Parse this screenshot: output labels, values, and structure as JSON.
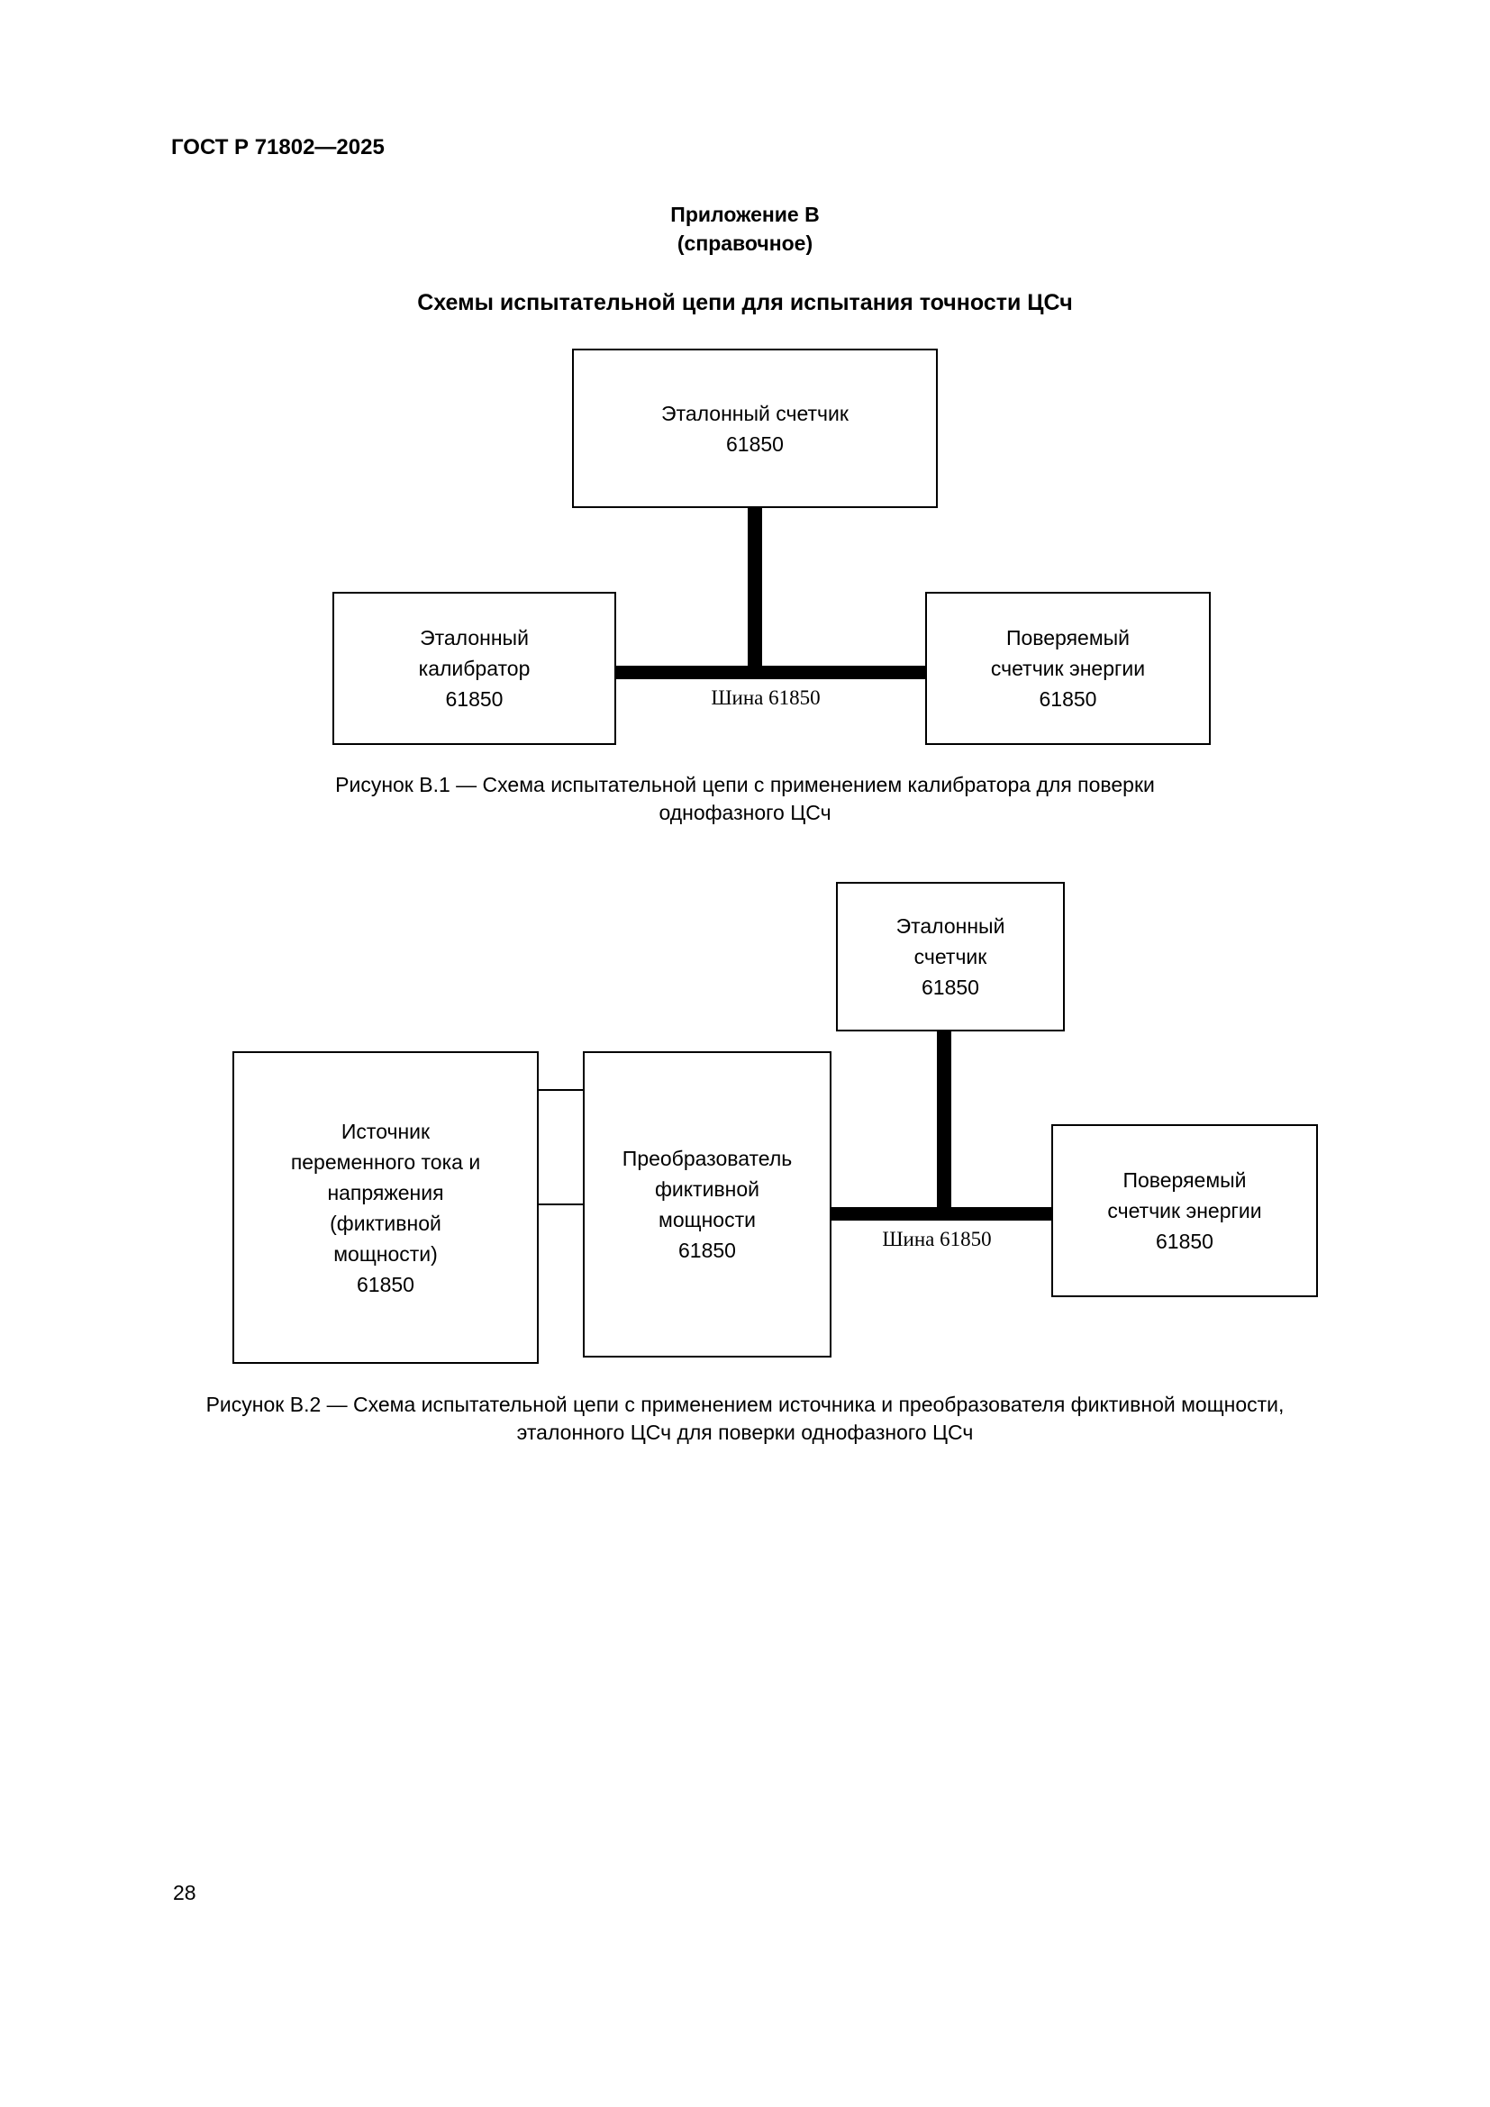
{
  "document": {
    "header": "ГОСТ Р 71802—2025",
    "page_number": "28"
  },
  "appendix": {
    "name": "Приложение В",
    "type": "(справочное)",
    "title": "Схемы испытательной цепи для испытания точности ЦСч"
  },
  "figure_b1": {
    "reference_meter_box": [
      "Эталонный счетчик",
      "61850"
    ],
    "calibrator_box": [
      "Эталонный",
      "калибратор",
      "61850"
    ],
    "meter_under_test_box": [
      "Поверяемый",
      "счетчик энергии",
      "61850"
    ],
    "bus_label": "Шина 61850",
    "caption": [
      "Рисунок В.1 — Схема испытательной цепи с применением калибратора для поверки",
      "однофазного ЦСч"
    ]
  },
  "figure_b2": {
    "reference_meter_box": [
      "Эталонный",
      "счетчик",
      "61850"
    ],
    "source_box": [
      "Источник",
      "переменного тока и",
      "напряжения",
      "(фиктивной",
      "мощности)",
      "61850"
    ],
    "converter_box": [
      "Преобразователь",
      "фиктивной",
      "мощности",
      "61850"
    ],
    "meter_under_test_box": [
      "Поверяемый",
      "счетчик энергии",
      "61850"
    ],
    "bus_label": "Шина 61850",
    "caption": [
      "Рисунок В.2 — Схема испытательной цепи с применением источника и преобразователя фиктивной мощности,",
      "эталонного ЦСч для поверки однофазного ЦСч"
    ]
  }
}
